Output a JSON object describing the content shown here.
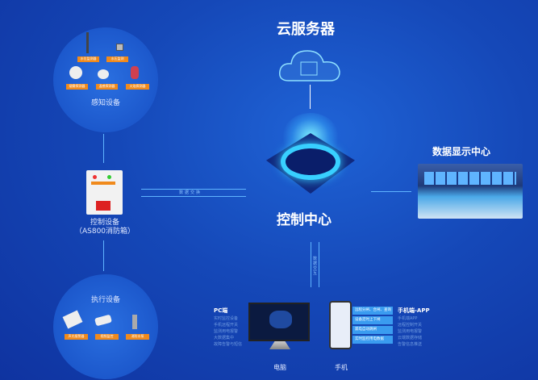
{
  "cloud": {
    "title": "云服务器"
  },
  "center": {
    "title": "控制中心"
  },
  "display": {
    "title": "数据显示中心"
  },
  "sensing": {
    "title": "感知设备",
    "items": [
      "水位监测器",
      "水压监测",
      "烟雾探测器",
      "温感探测器",
      "火焰探测器"
    ]
  },
  "control": {
    "line1": "控制设备",
    "line2": "（AS800消防箱）"
  },
  "execution": {
    "title": "执行设备",
    "items": [
      "声光报警器",
      "视频监控",
      "消防水泵"
    ]
  },
  "links": {
    "data_exchange": "数据交换",
    "vertical": "数据交互"
  },
  "pc": {
    "title": "PC端",
    "features": [
      "实时监控设备",
      "手机远程开关",
      "监测用电报警",
      "大数据集中",
      "故障告警与短信"
    ],
    "caption": "电脑"
  },
  "mobile": {
    "title": "手机端-APP",
    "buttons": [
      "远程分闸、合闸、查询",
      "设备定时上下闸",
      "漏电自动跳闸",
      "实时监控用电数据"
    ],
    "features": [
      "手机端APP",
      "远程控制开关",
      "监测用电报警",
      "云端数据存储",
      "告警信息推送"
    ],
    "caption": "手机"
  },
  "colors": {
    "tag": "#f08a1c",
    "accent": "#5fb4ff",
    "background": "#1548b8"
  }
}
